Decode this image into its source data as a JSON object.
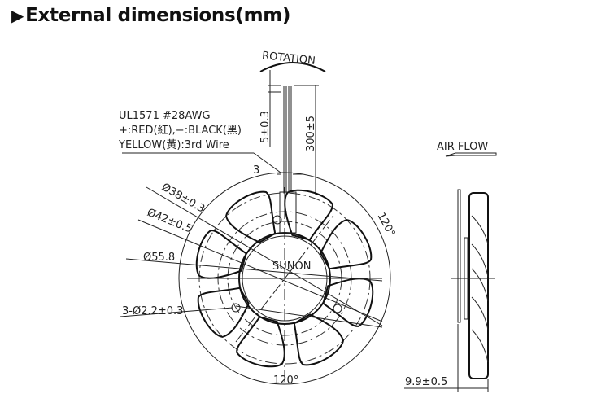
{
  "header": {
    "marker": "▶",
    "title": "External dimensions(mm)"
  },
  "labels": {
    "rotation": "ROTATION",
    "wire_spec_1": "UL1571  #28AWG",
    "wire_spec_2": "+:RED(紅),−:BLACK(黑)",
    "wire_spec_3": "YELLOW(黃):3rd  Wire",
    "dim_strip": "5±0.3",
    "dim_lead": "300±5",
    "dim_width": "3",
    "dim_hub": "Ø38±0.3",
    "dim_hub2": "Ø42±0.5",
    "dim_outer": "Ø55.8",
    "dim_holes": "3-Ø2.2±0.3",
    "angle_right": "120°",
    "angle_bottom": "120°",
    "brand": "SUNON",
    "air_flow": "AIR  FLOW",
    "dim_thickness": "9.9±0.5"
  }
}
